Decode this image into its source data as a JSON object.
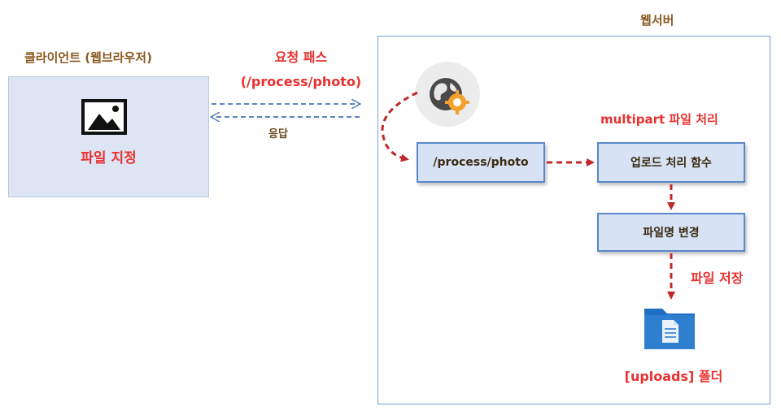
{
  "client": {
    "title": "클라이언트 (웹브라우저)",
    "label": "파일 지정"
  },
  "request": {
    "title": "요청 패스",
    "path": "(/process/photo)",
    "response_label": "응답"
  },
  "server": {
    "title": "웹서버",
    "route_node": "/process/photo",
    "multipart_label": "multipart 파일 처리",
    "upload_node": "업로드 처리 함수",
    "rename_node": "파일명 변경",
    "save_label": "파일 저장",
    "folder_label": "[uploads] 폴더"
  },
  "colors": {
    "accent_red": "#e8312f",
    "arrow_red": "#c0282a",
    "arrow_blue": "#5a84c4",
    "node_fill": "#d7e2f5",
    "node_border": "#5b87c8",
    "folder_blue": "#2f7fd1"
  },
  "icons": {
    "client_icon": "image-icon",
    "globe_icon": "globe-gear-icon",
    "folder_icon": "document-folder-icon"
  }
}
